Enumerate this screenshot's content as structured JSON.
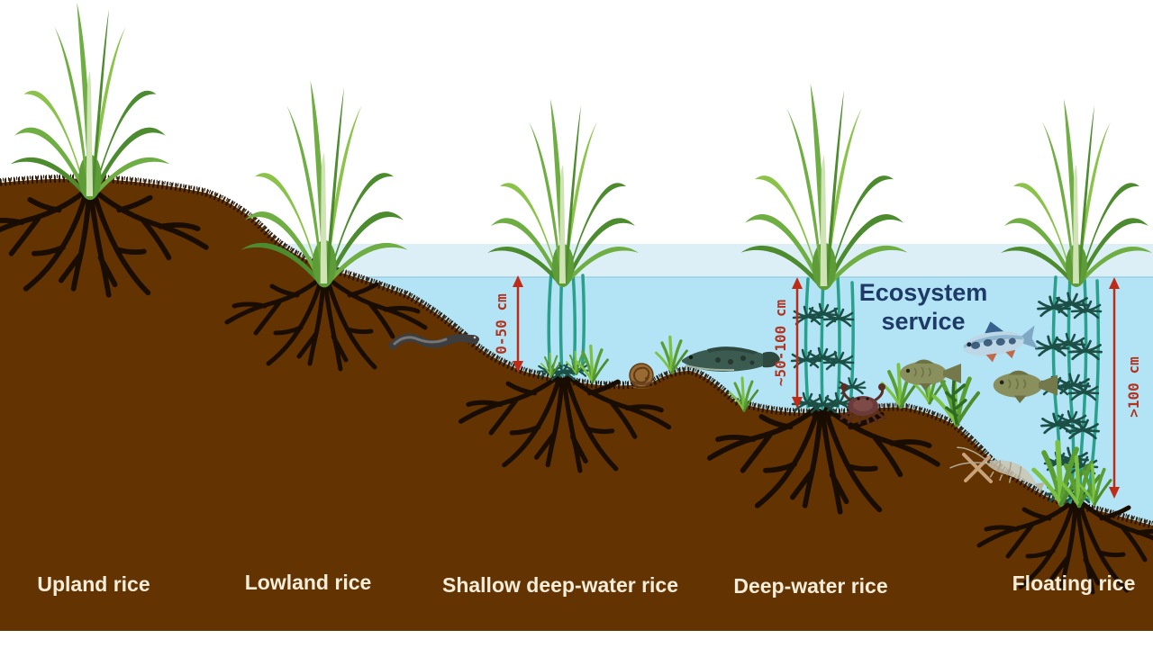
{
  "zones": [
    {
      "label": "Upland rice"
    },
    {
      "label": "Lowland rice"
    },
    {
      "label": "Shallow deep-water rice"
    },
    {
      "label": "Deep-water rice"
    },
    {
      "label": "Floating rice"
    }
  ],
  "depth_markers": [
    {
      "label": "0-50 cm"
    },
    {
      "label": "~50-100 cm"
    },
    {
      "label": ">100 cm"
    }
  ],
  "ecosystem_service": {
    "line1": "Ecosystem",
    "line2": "service"
  },
  "fauna": [
    {
      "name": "eel"
    },
    {
      "name": "snail"
    },
    {
      "name": "snakehead-fish"
    },
    {
      "name": "barb-fish"
    },
    {
      "name": "carp"
    },
    {
      "name": "carp"
    },
    {
      "name": "crab"
    },
    {
      "name": "shrimp"
    }
  ],
  "colors": {
    "soil": "#643302",
    "soil_edge": "#200f02",
    "water_surface_band": "#dceef6",
    "water_body": "#b2e4f5",
    "annotation_red": "#b5301c",
    "ecosystem_text": "#1e3a66",
    "zone_label_text": "#f3edda",
    "underwater_stem": "#2aa08c",
    "leaf_green": "#6fae43",
    "leaf_dark": "#4d8b2f",
    "leaf_light": "#8bc34a"
  }
}
